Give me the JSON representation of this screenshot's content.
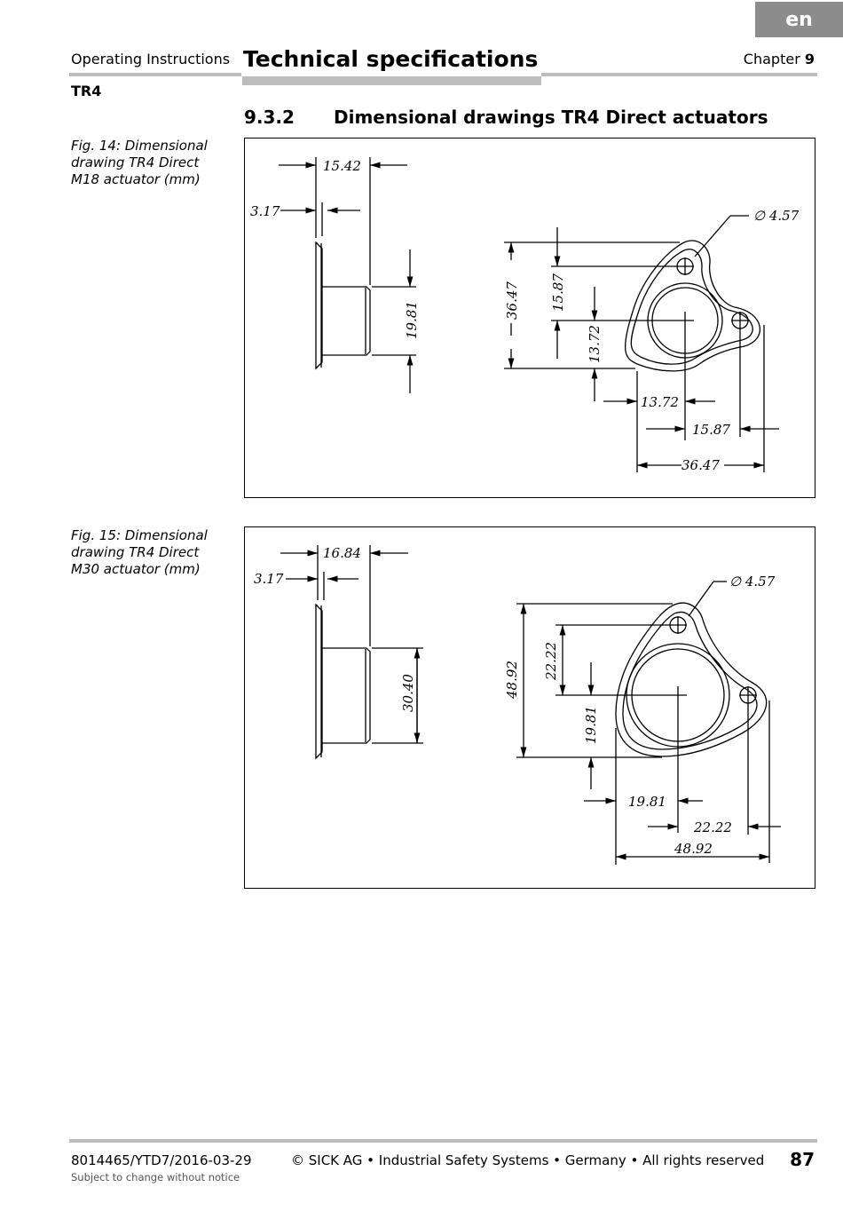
{
  "header": {
    "language_tab": "en",
    "document_type": "Operating Instructions",
    "chapter_title": "Technical specifications",
    "chapter_label": "Chapter",
    "chapter_number": "9",
    "product": "TR4"
  },
  "section": {
    "number": "9.3.2",
    "title": "Dimensional drawings TR4 Direct actuators"
  },
  "figures": [
    {
      "caption": "Fig. 14: Dimensional drawing TR4 Direct M18 actuator (mm)",
      "dims": {
        "width_total": "15.42",
        "flange": "3.17",
        "body_height": "19.81",
        "hole_diameter": "∅ 4.57",
        "v_total": "36.47",
        "v_upper": "15.87",
        "v_lower": "13.72",
        "h_inner": "13.72",
        "h_mid": "15.87",
        "h_total": "36.47"
      }
    },
    {
      "caption": "Fig. 15: Dimensional drawing TR4 Direct M30 actuator (mm)",
      "dims": {
        "width_total": "16.84",
        "flange": "3.17",
        "body_height": "30.40",
        "hole_diameter": "∅ 4.57",
        "v_total": "48.92",
        "v_upper": "22.22",
        "v_lower": "19.81",
        "h_inner": "19.81",
        "h_mid": "22.22",
        "h_total": "48.92"
      }
    }
  ],
  "footer": {
    "doc_id": "8014465/YTD7/2016-03-29",
    "notice": "Subject to change without notice",
    "copyright": "© SICK AG • Industrial Safety Systems • Germany • All rights reserved",
    "page_number": "87"
  }
}
